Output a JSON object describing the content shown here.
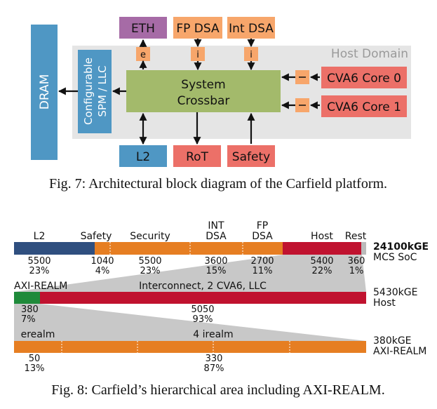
{
  "fig7": {
    "host_domain_label": "Host Domain",
    "blocks": {
      "eth": "ETH",
      "fp_dsa": "FP DSA",
      "int_dsa": "Int DSA",
      "dram": "DRAM",
      "spm_line1": "Configurable",
      "spm_line2": "SPM / LLC",
      "crossbar_line1": "System",
      "crossbar_line2": "Crossbar",
      "core0": "CVA6 Core 0",
      "core1": "CVA6 Core 1",
      "l2": "L2",
      "rot": "RoT",
      "safety": "Safety"
    },
    "port_labels": {
      "eth": "e",
      "fp": "i",
      "int": "i"
    },
    "caption": "Fig. 7: Architectural block diagram of the Carfield platform.",
    "colors": {
      "purple": "#a66ba6",
      "orange": "#f7a66b",
      "blue": "#4f97c4",
      "green": "#a3ba6b",
      "red": "#ec7068",
      "host_bg": "#e5e5e5"
    }
  },
  "fig8": {
    "soc": {
      "headers": [
        {
          "line1": "L2",
          "line2": ""
        },
        {
          "line1": "Safety",
          "line2": ""
        },
        {
          "line1": "Security",
          "line2": ""
        },
        {
          "line1": "INT",
          "line2": "DSA"
        },
        {
          "line1": "FP",
          "line2": "DSA"
        },
        {
          "line1": "Host",
          "line2": ""
        },
        {
          "line1": "Rest",
          "line2": ""
        }
      ],
      "values": [
        {
          "kge": "5500",
          "pct": "23%"
        },
        {
          "kge": "1040",
          "pct": "4%"
        },
        {
          "kge": "5500",
          "pct": "23%"
        },
        {
          "kge": "3600",
          "pct": "15%"
        },
        {
          "kge": "2700",
          "pct": "11%"
        },
        {
          "kge": "5400",
          "pct": "22%"
        },
        {
          "kge": "360",
          "pct": "1%"
        }
      ],
      "total_line1": "24100kGE",
      "total_line2": "MCS SoC"
    },
    "host": {
      "left_label": "AXI-REALM",
      "main_label": "Interconnect, 2 CVA6, LLC",
      "values": [
        {
          "kge": "380",
          "pct": "7%"
        },
        {
          "kge": "5050",
          "pct": "93%"
        }
      ],
      "total_line1": "5430kGE",
      "total_line2": "Host"
    },
    "realm": {
      "left_label": "erealm",
      "main_label": "4 irealm",
      "values": [
        {
          "kge": "50",
          "pct": "13%"
        },
        {
          "kge": "330",
          "pct": "87%"
        }
      ],
      "total_line1": "380kGE",
      "total_line2": "AXI-REALM"
    },
    "caption": "Fig. 8: Carfield’s hierarchical area including AXI-REALM.",
    "colors": {
      "navy": "#2f4f7f",
      "orange": "#e67e22",
      "crimson": "#c0122f",
      "gray": "#bbbbbb",
      "green": "#1f8a3a",
      "funnel": "#c8c8c8"
    }
  }
}
